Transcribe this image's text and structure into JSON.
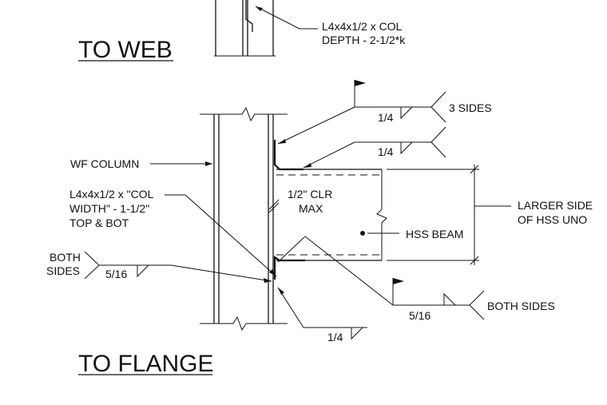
{
  "titles": {
    "web": "TO WEB",
    "flange": "TO FLANGE"
  },
  "labels": {
    "web_angle_line1": "L4x4x1/2 x COL",
    "web_angle_line2": "DEPTH - 2-1/2*k",
    "three_sides": "3 SIDES",
    "weld_top_1": "1/4",
    "weld_top_2": "1/4",
    "wf_column": "WF COLUMN",
    "flange_angle_line1": "L4x4x1/2 x \"COL",
    "flange_angle_line2": "WIDTH\" - 1-1/2\"",
    "flange_angle_line3": "TOP & BOT",
    "clr_line1": "1/2\" CLR",
    "clr_line2": "MAX",
    "larger_side_line1": "LARGER SIDE",
    "larger_side_line2": "OF HSS UNO",
    "hss_beam": "HSS BEAM",
    "both_sides_left_line1": "BOTH",
    "both_sides_left_line2": "SIDES",
    "weld_left": "5/16",
    "weld_right": "5/16",
    "both_sides_right": "BOTH SIDES",
    "weld_bottom": "1/4"
  }
}
